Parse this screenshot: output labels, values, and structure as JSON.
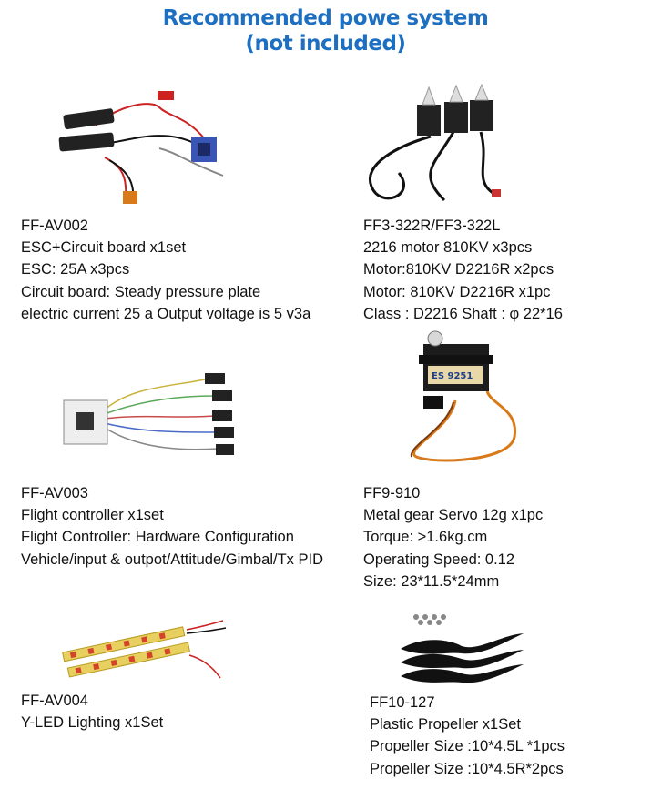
{
  "header": {
    "title_line1": "Recommended powe system",
    "title_line2": "(not included)"
  },
  "items": [
    {
      "code": "FF-AV002",
      "lines": [
        "ESC+Circuit board x1set",
        "ESC: 25A x3pcs",
        "Circuit board: Steady pressure plate",
        "electric current 25 a Output voltage is 5 v3a"
      ],
      "image": "esc-circuit-board-image"
    },
    {
      "code": "FF3-322R/FF3-322L",
      "lines": [
        "2216 motor 810KV x3pcs",
        "Motor:810KV D2216R x2pcs",
        "Motor: 810KV D2216R x1pc",
        "Class : D2216    Shaft : φ 22*16"
      ],
      "image": "brushless-motor-image"
    },
    {
      "code": "FF-AV003",
      "lines": [
        "Flight controller x1set",
        "Flight Controller: Hardware Configuration",
        "Vehicle/input & outpot/Attitude/Gimbal/Tx PID"
      ],
      "image": "flight-controller-image"
    },
    {
      "code": "FF9-910",
      "lines": [
        "Metal gear Servo 12g x1pc",
        "Torque: >1.6kg.cm",
        "Operating Speed: 0.12",
        "Size: 23*11.5*24mm"
      ],
      "image": "servo-image",
      "servo_label": "ES 9251"
    },
    {
      "code": "FF-AV004",
      "lines": [
        "Y-LED Lighting x1Set"
      ],
      "image": "led-strip-image"
    },
    {
      "code": "FF10-127",
      "lines": [
        "Plastic Propeller x1Set",
        "Propeller Size :10*4.5L *1pcs",
        "Propeller Size :10*4.5R*2pcs"
      ],
      "image": "propeller-image"
    }
  ],
  "colors": {
    "title": "#1d6fc2",
    "text": "#111111"
  }
}
